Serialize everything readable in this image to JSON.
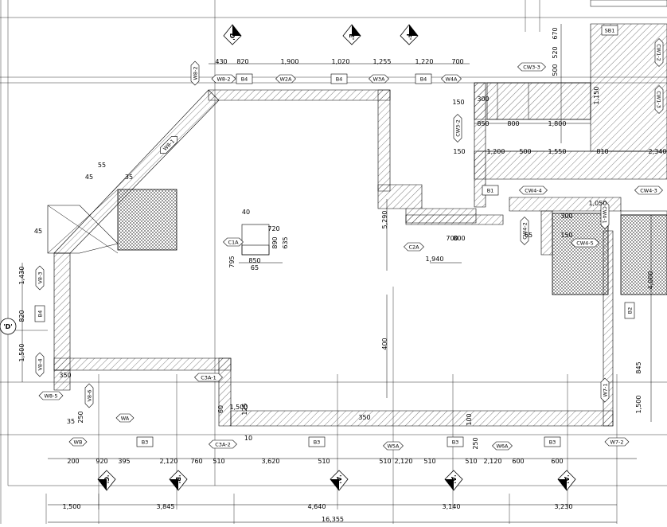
{
  "title": "",
  "grid_bubbles": {
    "top_D": "'D'",
    "top_E": "'E'",
    "top_F": "'F'",
    "left_D": "'D'",
    "bot_C": "'C'",
    "bot_B": "'B'",
    "bot_A1": "'A'",
    "bot_A2": "'A'",
    "bot_A3": "'A'"
  },
  "top_dims": [
    "430",
    "820",
    "1,900",
    "1,020",
    "1,255",
    "1,220",
    "700"
  ],
  "bottom_dims_row1": [
    "200",
    "920",
    "395",
    "2,120",
    "760",
    "510",
    "3,620",
    "510",
    "510",
    "2,120",
    "510",
    "510",
    "2,120",
    "600",
    "600"
  ],
  "bottom_dims_row2": [
    "1,500",
    "3,845",
    "4,640",
    "3,140",
    "3,230"
  ],
  "total_dim": "16,355",
  "right_vertical_dims": [
    "670",
    "520",
    "500",
    "1,150",
    "4,000",
    "845",
    "1,500"
  ],
  "left_vertical_dims": [
    "1,430",
    "820",
    "1,500"
  ],
  "tags_top": [
    "W8-2",
    "B4",
    "W2A",
    "B4",
    "W3A",
    "B4",
    "W4A",
    "SB1",
    "CW3-3",
    "CW1-2",
    "CW1-3",
    "W8-2",
    "W8-1"
  ],
  "tags_mid": [
    "B1",
    "CW4-4",
    "CW4-3",
    "CW3-2",
    "CW4-2",
    "CW4-1",
    "CW4-5",
    "C1A",
    "C2A",
    "C3A-1",
    "C3A-2",
    "B2"
  ],
  "tags_left": [
    "V8-3",
    "B4",
    "V8-4",
    "W8-5",
    "V8-6",
    "WA",
    "WB",
    "B3"
  ],
  "tags_bottom": [
    "B3",
    "W5A",
    "B3",
    "W6A",
    "B3",
    "W7-2",
    "W7-1"
  ],
  "misc_dims": [
    "1,200",
    "500",
    "1,550",
    "810",
    "2,340",
    "850",
    "800",
    "1,800",
    "150",
    "300",
    "150",
    "45",
    "35",
    "55",
    "40",
    "720",
    "850",
    "65",
    "795",
    "890",
    "635",
    "700",
    "800",
    "1,940",
    "5,290",
    "400",
    "60",
    "1,500",
    "125",
    "250",
    "35",
    "45",
    "350",
    "350",
    "100",
    "250",
    "10",
    "65",
    "150",
    "300",
    "1,050"
  ]
}
